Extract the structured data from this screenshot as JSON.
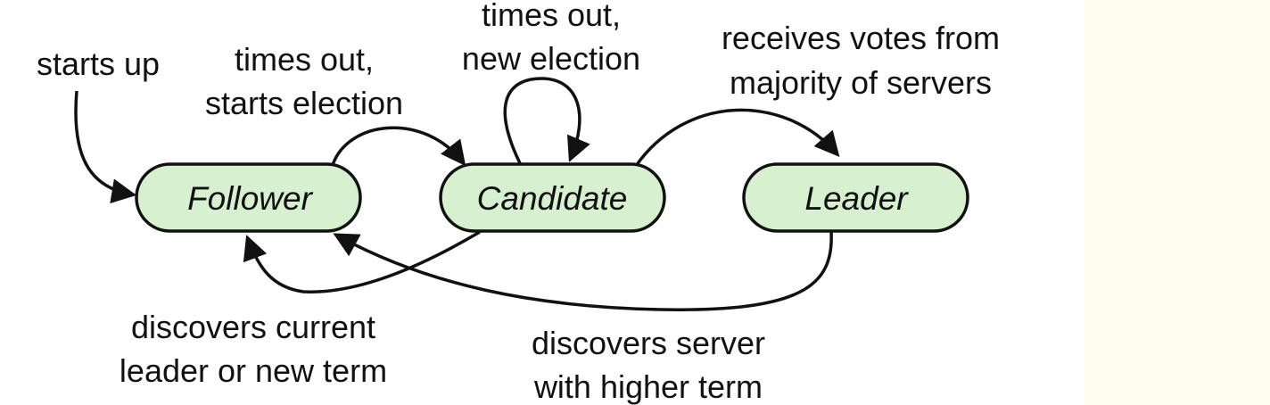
{
  "colors": {
    "node_fill": "#d6f0d0",
    "stroke": "#111111",
    "background": "#ffffff",
    "side_panel": "#fffdf0"
  },
  "states": {
    "follower": "Follower",
    "candidate": "Candidate",
    "leader": "Leader"
  },
  "transitions": {
    "starts_up": [
      "starts up"
    ],
    "follower_to_candidate": [
      "times out,",
      "starts election"
    ],
    "candidate_self": [
      "times out,",
      "new election"
    ],
    "candidate_to_leader": [
      "receives votes from",
      "majority of servers"
    ],
    "candidate_to_follower": [
      "discovers current",
      "leader or new term"
    ],
    "leader_to_follower": [
      "discovers server",
      "with higher term"
    ]
  }
}
